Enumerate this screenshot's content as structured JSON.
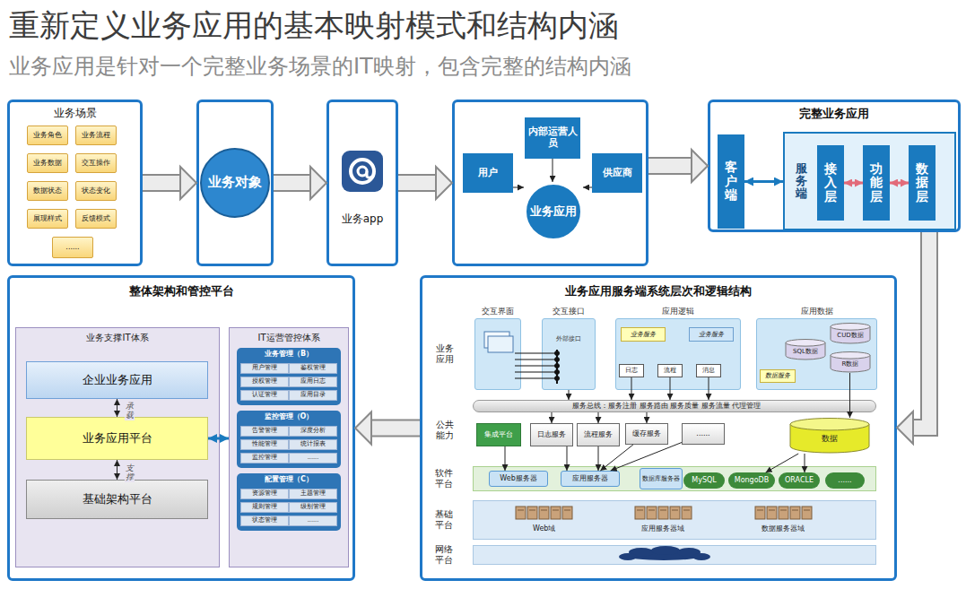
{
  "diagram": {
    "title": "重新定义业务应用的基本映射模式和结构内涵",
    "caption": "业务应用是针对一个完整业务场景的IT映射，包含完整的结构内涵",
    "nodes": [
      {
        "text": [
          "业务场景"
        ]
      },
      {
        "text": [
          "业务角色"
        ],
        "in": 0
      },
      {
        "text": [
          "业务流程"
        ],
        "in": 0
      },
      {
        "text": [
          "业务数据"
        ],
        "in": 0
      },
      {
        "text": [
          "交互操作"
        ],
        "in": 0
      },
      {
        "text": [
          "数据状态"
        ],
        "in": 0
      },
      {
        "text": [
          "状态变化"
        ],
        "in": 0
      },
      {
        "text": [
          "展现样式"
        ],
        "in": 0
      },
      {
        "text": [
          "反馈模式"
        ],
        "in": 0
      },
      {
        "text": [
          "......"
        ],
        "in": 0
      },
      {
        "text": []
      },
      {
        "text": [
          "业务对象"
        ],
        "in": 10
      },
      {
        "text": [
          "业务app"
        ]
      },
      {
        "text": []
      },
      {
        "text": [
          "用户"
        ],
        "in": 13
      },
      {
        "text": [
          "内部运营人员"
        ],
        "in": 13
      },
      {
        "text": [
          "供应商"
        ],
        "in": 13
      },
      {
        "text": [
          "业务应用"
        ],
        "in": 13
      },
      {
        "text": [
          "完整业务应用"
        ]
      },
      {
        "text": [
          "客户端"
        ],
        "in": 18
      },
      {
        "text": [
          "服务端"
        ],
        "in": 18
      },
      {
        "text": [
          "接入层"
        ],
        "in": 20
      },
      {
        "text": [
          "功能层"
        ],
        "in": 20
      },
      {
        "text": [
          "数据层"
        ],
        "in": 20
      },
      {
        "text": [
          "业务应用服务端系统层次和逻辑结构"
        ]
      },
      {
        "text": [
          "交互界面"
        ],
        "in": 24
      },
      {
        "text": [
          "交互接口",
          "外部接口"
        ],
        "in": 24
      },
      {
        "text": [
          "应用逻辑"
        ],
        "in": 24
      },
      {
        "text": [
          "业务服务"
        ],
        "in": 27
      },
      {
        "text": [
          "业务服务"
        ],
        "in": 27
      },
      {
        "text": [
          "日志"
        ],
        "in": 27
      },
      {
        "text": [
          "流程"
        ],
        "in": 27
      },
      {
        "text": [
          "消息"
        ],
        "in": 27
      },
      {
        "text": [
          "应用数据"
        ],
        "in": 24
      },
      {
        "text": [
          "CUD数据"
        ],
        "in": 33
      },
      {
        "text": [
          "SQL数据"
        ],
        "in": 33
      },
      {
        "text": [
          "R数据"
        ],
        "in": 33
      },
      {
        "text": [
          "数据服务"
        ],
        "in": 33
      },
      {
        "text": [
          "服务总线：服务注册 服务路由 服务质量 服务流量 代理管理"
        ],
        "in": 24
      },
      {
        "text": [
          "集成平台"
        ],
        "in": 24
      },
      {
        "text": [
          "日志服务"
        ],
        "in": 24
      },
      {
        "text": [
          "流程服务"
        ],
        "in": 24
      },
      {
        "text": [
          "缓存服务"
        ],
        "in": 24
      },
      {
        "text": [
          "......"
        ],
        "in": 24
      },
      {
        "text": [
          "数据"
        ],
        "in": 24
      },
      {
        "text": [
          "软件平台"
        ],
        "in": 24
      },
      {
        "text": [
          "Web服务器"
        ],
        "in": 45
      },
      {
        "text": [
          "应用服务器"
        ],
        "in": 45
      },
      {
        "text": [
          "数据库服务器"
        ],
        "in": 45
      },
      {
        "text": [
          "MySQL"
        ],
        "in": 45
      },
      {
        "text": [
          "MongoDB"
        ],
        "in": 45
      },
      {
        "text": [
          "ORACLE"
        ],
        "in": 45
      },
      {
        "text": [
          "......"
        ],
        "in": 45
      },
      {
        "text": [
          "基础平台"
        ],
        "in": 24
      },
      {
        "text": [
          "网络平台"
        ],
        "in": 24
      },
      {
        "text": [
          "整体架构和管控平台"
        ]
      },
      {
        "text": [
          "业务支撑IT体系"
        ],
        "in": 55
      },
      {
        "text": [
          "企业业务应用"
        ],
        "in": 56
      },
      {
        "text": [
          "业务应用平台"
        ],
        "in": 56
      },
      {
        "text": [
          "基础架构平台"
        ],
        "in": 56
      },
      {
        "text": [
          "IT运营管控体系"
        ],
        "in": 55
      },
      {
        "text": [
          "业务管理（B）"
        ],
        "in": 60
      },
      {
        "text": [
          "用户管理"
        ],
        "in": 61
      },
      {
        "text": [
          "鉴权管理"
        ],
        "in": 61
      },
      {
        "text": [
          "授权管理"
        ],
        "in": 61
      },
      {
        "text": [
          "应用日志"
        ],
        "in": 61
      },
      {
        "text": [
          "认证管理"
        ],
        "in": 61
      },
      {
        "text": [
          "应用目录"
        ],
        "in": 61
      },
      {
        "text": [
          "监控管理（O）"
        ],
        "in": 60
      },
      {
        "text": [
          "告警管理"
        ],
        "in": 68
      },
      {
        "text": [
          "深度分析"
        ],
        "in": 68
      },
      {
        "text": [
          "性能管理"
        ],
        "in": 68
      },
      {
        "text": [
          "统计报表"
        ],
        "in": 68
      },
      {
        "text": [
          "监控管理"
        ],
        "in": 68
      },
      {
        "text": [
          "......"
        ],
        "in": 68
      },
      {
        "text": [
          "配置管理（C）"
        ],
        "in": 60
      },
      {
        "text": [
          "资源管理"
        ],
        "in": 75
      },
      {
        "text": [
          "主题管理"
        ],
        "in": 75
      },
      {
        "text": [
          "规则管理"
        ],
        "in": 75
      },
      {
        "text": [
          "级别管理"
        ],
        "in": 75
      },
      {
        "text": [
          "状态管理"
        ],
        "in": 75
      },
      {
        "text": [
          "......"
        ],
        "in": 75
      }
    ],
    "edges": [
      {
        "from": 0,
        "to": 10,
        "arrow": "to"
      },
      {
        "from": 10,
        "to": 12,
        "arrow": "to"
      },
      {
        "from": 12,
        "to": 13,
        "arrow": "to"
      },
      {
        "from": 13,
        "to": 18,
        "arrow": "to"
      },
      {
        "from": 18,
        "to": 24,
        "arrow": "to"
      },
      {
        "from": 24,
        "to": 55,
        "arrow": "to"
      },
      {
        "from": 14,
        "to": 17,
        "arrow": "to"
      },
      {
        "from": 15,
        "to": 17,
        "arrow": "to"
      },
      {
        "from": 16,
        "to": 17,
        "arrow": "to"
      },
      {
        "from": 19,
        "to": 20,
        "arrow": "both"
      },
      {
        "from": 21,
        "to": 22,
        "arrow": "both"
      },
      {
        "from": 22,
        "to": 23,
        "arrow": "both"
      },
      {
        "from": 57,
        "to": 58,
        "arrow": "both",
        "label": "承载"
      },
      {
        "from": 58,
        "to": 59,
        "arrow": "both",
        "label": "支撑"
      },
      {
        "from": 58,
        "to": 60,
        "arrow": "both"
      },
      {
        "from": 26,
        "to": 38,
        "arrow": "to"
      },
      {
        "from": 30,
        "to": 38,
        "arrow": "to"
      },
      {
        "from": 31,
        "to": 38,
        "arrow": "to"
      },
      {
        "from": 32,
        "to": 38,
        "arrow": "to"
      },
      {
        "from": 36,
        "to": 44,
        "arrow": "to"
      },
      {
        "from": 38,
        "to": 40,
        "arrow": "to"
      },
      {
        "from": 38,
        "to": 41,
        "arrow": "to"
      },
      {
        "from": 38,
        "to": 42,
        "arrow": "to"
      },
      {
        "from": 39,
        "to": 46,
        "arrow": "to"
      },
      {
        "from": 40,
        "to": 47,
        "arrow": "to"
      },
      {
        "from": 41,
        "to": 47,
        "arrow": "to"
      },
      {
        "from": 42,
        "to": 47,
        "arrow": "to"
      },
      {
        "from": 43,
        "to": 47,
        "arrow": "to"
      },
      {
        "from": 44,
        "to": 50,
        "arrow": "to"
      },
      {
        "from": 44,
        "to": 51,
        "arrow": "to"
      }
    ],
    "labels": [
      "业务应用",
      "公共能力",
      "Web域",
      "应用服务器域",
      "数据服务器域"
    ]
  }
}
